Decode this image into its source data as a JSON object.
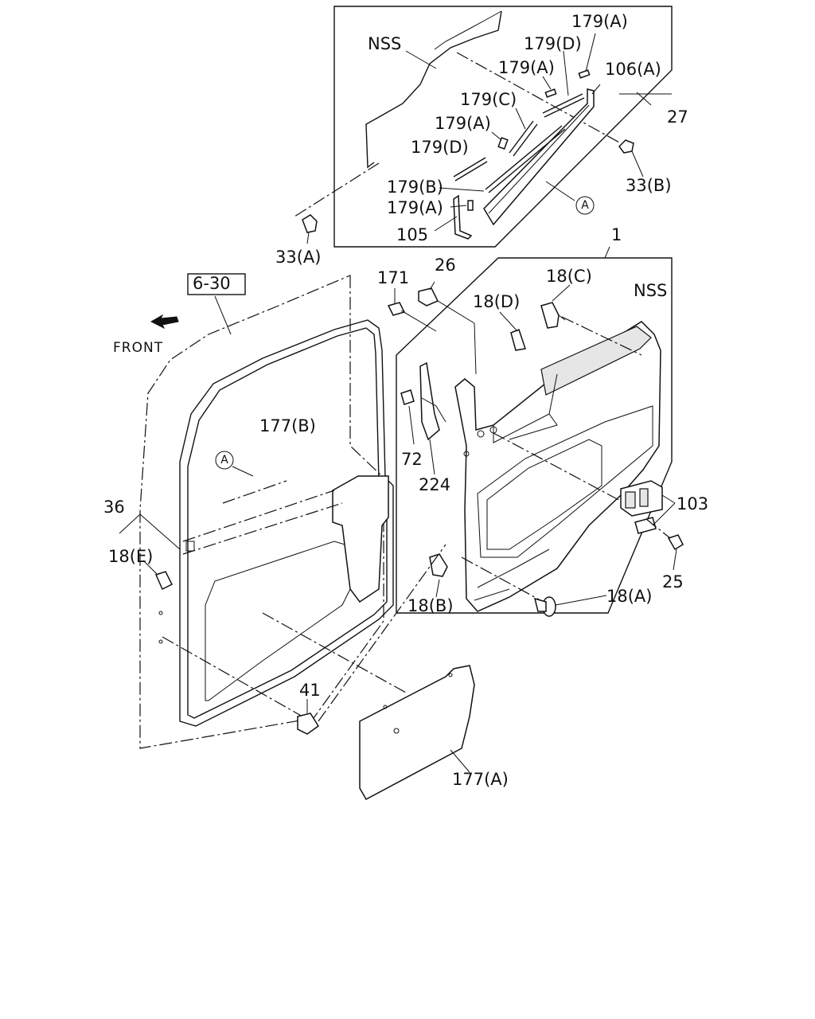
{
  "labels": {
    "nss_top": "NSS",
    "p179a_1": "179(A)",
    "p179d_1": "179(D)",
    "p179a_2": "179(A)",
    "p106a": "106(A)",
    "p27": "27",
    "p179c": "179(C)",
    "p179a_3": "179(A)",
    "p179d_2": "179(D)",
    "p33b": "33(B)",
    "p179b": "179(B)",
    "p179a_4": "179(A)",
    "p105": "105",
    "p33a": "33(A)",
    "p1": "1",
    "p171": "171",
    "p26": "26",
    "p18c": "18(C)",
    "p18d": "18(D)",
    "nss_mid": "NSS",
    "p6_30": "6-30",
    "front": "FRONT",
    "p177b": "177(B)",
    "p72": "72",
    "p224": "224",
    "p103": "103",
    "p36": "36",
    "p18e": "18(E)",
    "p25": "25",
    "p18b": "18(B)",
    "p18a": "18(A)",
    "p41": "41",
    "p177a": "177(A)",
    "ref_a1": "A",
    "ref_a2": "A"
  }
}
